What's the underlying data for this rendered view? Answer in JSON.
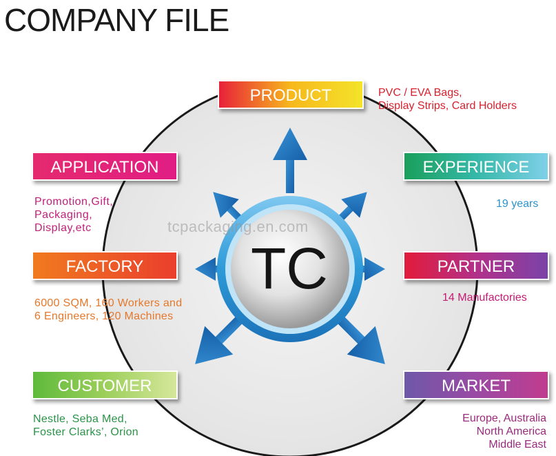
{
  "title": "COMPANY FILE",
  "center": {
    "label": "TC"
  },
  "watermark": "tcpackaging.en.com",
  "nodes": [
    {
      "key": "product",
      "label": "PRODUCT",
      "description": [
        "PVC / EVA  Bags,",
        "Display Strips, Card Holders"
      ],
      "gradient": [
        "#e8213a",
        "#f7b81c",
        "#f4e42a"
      ],
      "text_color": "#d8202e"
    },
    {
      "key": "application",
      "label": "APPLICATION",
      "description": [
        "Promotion,Gift,",
        "Packaging,",
        "Display,etc"
      ],
      "gradient": [
        "#e52a6e",
        "#e11d84"
      ],
      "text_color": "#c1207a"
    },
    {
      "key": "experience",
      "label": "EXPERIENCE",
      "description": [
        "19 years"
      ],
      "gradient": [
        "#1a9f5b",
        "#35b8a8",
        "#7fd0e8"
      ],
      "text_color": "#2b93cc"
    },
    {
      "key": "factory",
      "label": "FACTORY",
      "description": [
        "6000 SQM, 160 Workers and",
        "6 Engineers, 120 Machines"
      ],
      "gradient": [
        "#f07a1f",
        "#ea3f2d"
      ],
      "text_color": "#e5782a"
    },
    {
      "key": "partner",
      "label": "PARTNER",
      "description": [
        "14 Manufactories"
      ],
      "gradient": [
        "#e31b3b",
        "#b23089",
        "#7a43a8"
      ],
      "text_color": "#c51a72"
    },
    {
      "key": "customer",
      "label": "CUSTOMER",
      "description": [
        "Nestle, Seba Med,",
        "Foster Clarks’, Orion"
      ],
      "gradient": [
        "#5fba3c",
        "#9ccf5a",
        "#d6e79c"
      ],
      "text_color": "#2a9347"
    },
    {
      "key": "market",
      "label": "MARKET",
      "description": [
        "Europe, Australia",
        "North America",
        "Middle East"
      ],
      "gradient": [
        "#6e58a8",
        "#9a4aa4",
        "#c03c8e"
      ],
      "text_color": "#9a2a7c"
    }
  ],
  "colors": {
    "arrow": "#1e73c0",
    "ring": "#2d9ad8",
    "circle_border": "#1a1a1a",
    "circle_fill": "#eeeeee"
  }
}
